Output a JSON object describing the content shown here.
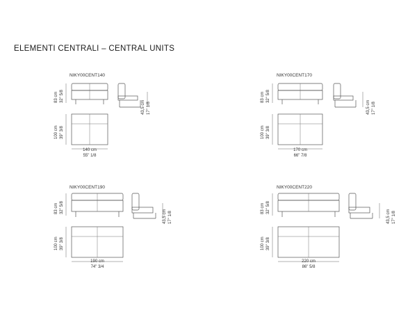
{
  "page": {
    "title": "ELEMENTI CENTRALI – CENTRAL UNITS"
  },
  "units": [
    {
      "code": "NIKY00CENT140",
      "height_cm": "83 cm",
      "height_in": "32\" 5/8",
      "depth_cm": "100 cm",
      "depth_in": "39\" 3/8",
      "side_height_cm": "43,5 cm",
      "side_height_in": "17\" 1/8",
      "width_cm": "140 cm",
      "width_in": "55\" 1/8"
    },
    {
      "code": "NIKY00CENT170",
      "height_cm": "83 cm",
      "height_in": "32\" 5/8",
      "depth_cm": "100 cm",
      "depth_in": "39\" 3/8",
      "side_height_cm": "43,5 cm",
      "side_height_in": "17\" 1/8",
      "width_cm": "170 cm",
      "width_in": "66\" 7/8"
    },
    {
      "code": "NIKY00CENT190",
      "height_cm": "83 cm",
      "height_in": "32\" 5/8",
      "depth_cm": "100 cm",
      "depth_in": "39\" 3/8",
      "side_height_cm": "43,5 cm",
      "side_height_in": "17\" 1/8",
      "width_cm": "190 cm",
      "width_in": "74\" 3/4"
    },
    {
      "code": "NIKY00CENT220",
      "height_cm": "83 cm",
      "height_in": "32\" 5/8",
      "depth_cm": "100 cm",
      "depth_in": "39\" 3/8",
      "side_height_cm": "43,5 cm",
      "side_height_in": "17\" 1/8",
      "width_cm": "220 cm",
      "width_in": "86\" 5/8"
    }
  ]
}
